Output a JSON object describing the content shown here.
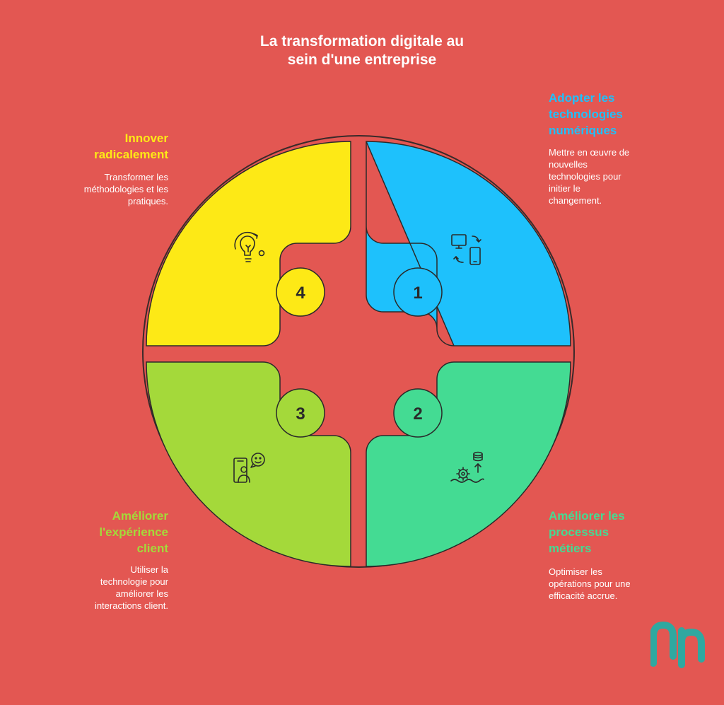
{
  "title": {
    "line1": "La transformation digitale au",
    "line2": "sein d'une entreprise"
  },
  "colors": {
    "background": "#e35752",
    "quadrant_1": "#1ec1fc",
    "quadrant_2": "#44db93",
    "quadrant_3": "#a4d93a",
    "quadrant_4": "#fde916",
    "heading_1": "#1ec1fc",
    "heading_2": "#44db93",
    "heading_3": "#a4d93a",
    "heading_4": "#fde916",
    "logo": "#2fa8a0"
  },
  "steps": [
    {
      "number": "1",
      "heading": [
        "Adopter les",
        "technologies",
        "numériques"
      ],
      "description": [
        "Mettre en œuvre de",
        "nouvelles",
        "technologies pour",
        "initier le",
        "changement."
      ],
      "icon": "computer-phone-sync-icon"
    },
    {
      "number": "2",
      "heading": [
        "Améliorer les",
        "processus",
        "métiers"
      ],
      "description": [
        "Optimiser les",
        "opérations pour une",
        "efficacité accrue."
      ],
      "icon": "gear-database-growth-icon"
    },
    {
      "number": "3",
      "heading": [
        "Améliorer",
        "l'expérience",
        "client"
      ],
      "description": [
        "Utiliser la",
        "technologie pour",
        "améliorer les",
        "interactions client."
      ],
      "icon": "customer-smiley-phone-icon"
    },
    {
      "number": "4",
      "heading": [
        "Innover",
        "radicalement"
      ],
      "description": [
        "Transformer les",
        "méthodologies et les",
        "pratiques."
      ],
      "icon": "lightbulb-icon"
    }
  ],
  "logo": "brand-logo-icon"
}
